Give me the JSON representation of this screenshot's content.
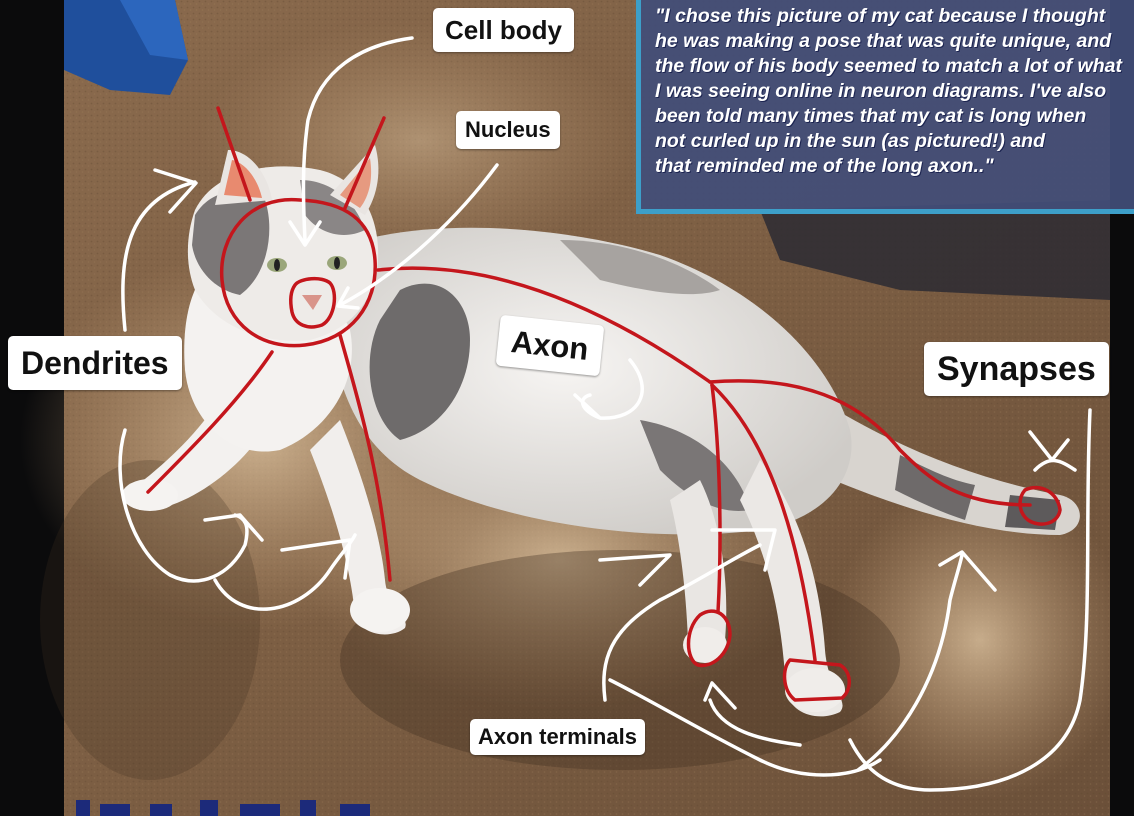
{
  "labels": {
    "cell_body": "Cell body",
    "nucleus": "Nucleus",
    "axon": "Axon",
    "dendrites": "Dendrites",
    "synapses": "Synapses",
    "axon_terminals": "Axon terminals"
  },
  "quote": {
    "text": "\"I chose this picture of my cat because I thought\nhe was making a pose that was quite unique, and\nthe flow of his body seemed to match a lot of what\nI was seeing online in neuron diagrams. I've also\nbeen told many times that my cat is long when\nnot curled up in the sun (as pictured!) and\nthat reminded me of the long axon..\""
  },
  "colors": {
    "annotation_red": "#c4161c",
    "arrow_white": "#ffffff",
    "quote_background": "#424d78",
    "quote_border": "#3d9fc9",
    "carpet": "#7a5f44"
  },
  "image": {
    "subject": "gray-and-white cat lying on brown carpet with neuron anatomy drawn over it"
  }
}
